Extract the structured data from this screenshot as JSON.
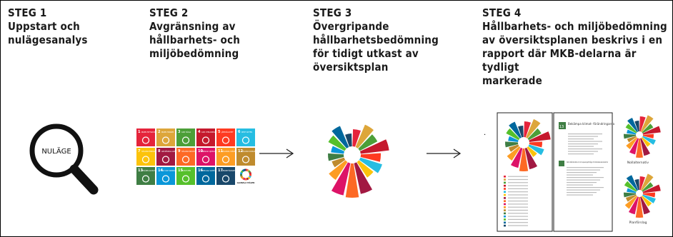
{
  "steps": [
    {
      "number": "STEG 1",
      "text": "Uppstart och\nnulägesanalys"
    },
    {
      "number": "STEG  2",
      "text": "Avgränsning av\nhållbarhets- och\nmiljöbedömning"
    },
    {
      "number": "STEG 3",
      "text": "Övergripande\nhållbarhetsbedömning\nför tidigt utkast av\növersiktsplan"
    },
    {
      "number": "STEG 4",
      "text": "Hållbarhets- och miljöbedömning\nav översiktsplanen beskrivs i en\nrapport där MKB-delarna är tydligt\nmarkerade"
    }
  ],
  "magnifier": {
    "label": "NULÄGE"
  },
  "sdg": {
    "colors": [
      "#e5243b",
      "#dda63a",
      "#4c9f38",
      "#c5192d",
      "#ff3a21",
      "#26bde2",
      "#fcc30b",
      "#a21942",
      "#fd6925",
      "#dd1367",
      "#fd9d24",
      "#bf8b2e",
      "#3f7e44",
      "#0a97d9",
      "#56c02b",
      "#00689d",
      "#19486a"
    ],
    "titles": [
      "INGEN FATTIGDOM",
      "INGEN HUNGER",
      "GOD HÄLSA",
      "GOD UTBILDNING",
      "JÄMSTÄLLDHET",
      "RENT VATTEN",
      "HÅLLBAR ENERGI",
      "ANSTÄNDIGA ARBETEN",
      "HÅLLBAR INDUSTRI",
      "MINSKAD OJÄMLIKHET",
      "HÅLLBARA STÄDER",
      "HÅLLBAR KONSUMTION",
      "BEKÄMPA KLIMAT",
      "HAV OCH MARINA",
      "EKOSYSTEM",
      "FREDLIGA SAMHÄLLEN",
      "GENOMFÖRANDE"
    ],
    "logo_text": "GLOBALA MÅLEN"
  },
  "report": {
    "dot": ".",
    "heading": "Bekämpa klimat-\nförändringarna",
    "number": "13",
    "sub_heading": "Skat motståndskraften mot och anpassningsförmågan till klimatrelaterade katastrofer",
    "labels": [
      "Nollalternativ",
      "Planförslag"
    ]
  }
}
